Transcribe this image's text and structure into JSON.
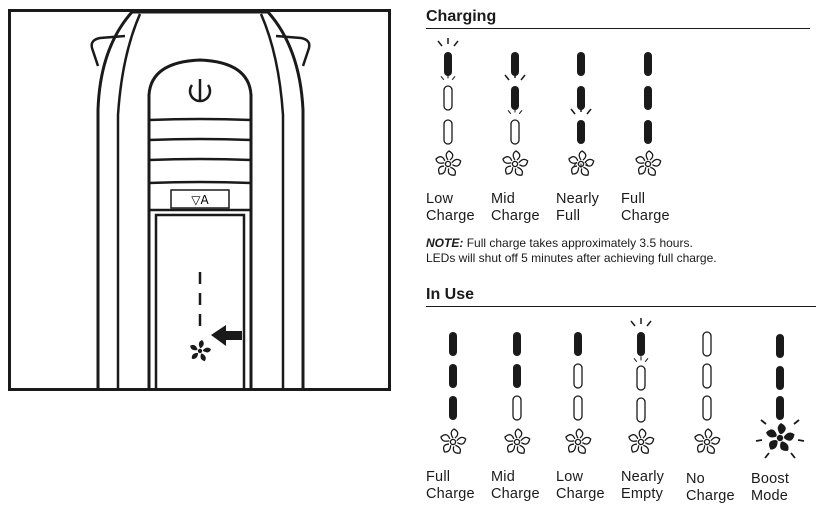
{
  "device": {
    "button_label": "▽A"
  },
  "charging": {
    "title": "Charging",
    "states": [
      {
        "line1": "Low",
        "line2": "Charge"
      },
      {
        "line1": "Mid",
        "line2": "Charge"
      },
      {
        "line1": "Nearly",
        "line2": "Full"
      },
      {
        "line1": "Full",
        "line2": "Charge"
      }
    ],
    "note_label": "NOTE:",
    "note_text": "Full charge takes approximately 3.5 hours.",
    "note_line2": "LEDs will shut off 5 minutes after achieving full charge."
  },
  "in_use": {
    "title": "In Use",
    "states": [
      {
        "line1": "Full",
        "line2": "Charge"
      },
      {
        "line1": "Mid",
        "line2": "Charge"
      },
      {
        "line1": "Low",
        "line2": "Charge"
      },
      {
        "line1": "Nearly",
        "line2": "Empty"
      },
      {
        "line1": "No",
        "line2": "Charge"
      },
      {
        "line1": "Boost",
        "line2": "Mode"
      }
    ]
  }
}
